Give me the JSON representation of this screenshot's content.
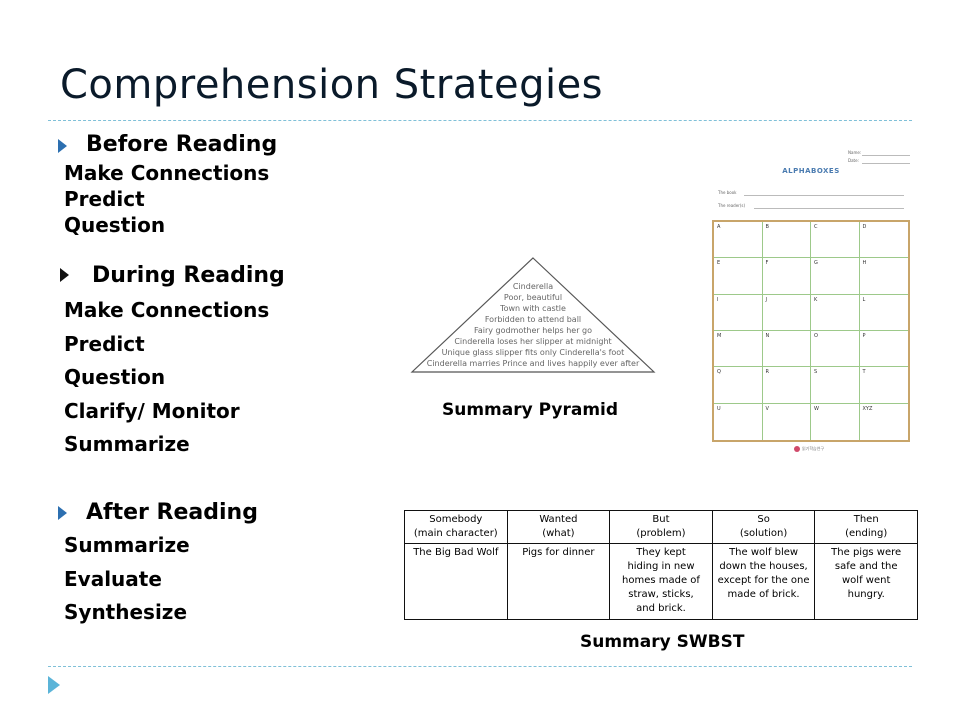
{
  "slide": {
    "title": "Comprehension Strategies",
    "before": {
      "heading": "Before Reading",
      "items": [
        "Make Connections",
        "Predict",
        "Question"
      ]
    },
    "during": {
      "heading": "During Reading",
      "items": [
        "Make Connections",
        "Predict",
        "Question",
        "Clarify/ Monitor",
        "Summarize"
      ]
    },
    "after": {
      "heading": "After Reading",
      "items": [
        "Summarize",
        "Evaluate",
        "Synthesize"
      ]
    }
  },
  "pyramid": {
    "caption": "Summary Pyramid",
    "lines": [
      "Cinderella",
      "Poor, beautiful",
      "Town with castle",
      "Forbidden to attend ball",
      "Fairy godmother helps her go",
      "Cinderella loses her slipper at midnight",
      "Unique glass slipper fits only Cinderella's foot",
      "Cinderella marries Prince and lives happily ever after"
    ]
  },
  "alphaboxes": {
    "title": "ALPHABOXES",
    "name_label": "Name:",
    "date_label": "Date:",
    "book_label": "The book",
    "reader_label": "The reader(s)",
    "cells": [
      "A",
      "B",
      "C",
      "D",
      "E",
      "F",
      "G",
      "H",
      "I",
      "J",
      "K",
      "L",
      "M",
      "N",
      "O",
      "P",
      "Q",
      "R",
      "S",
      "T",
      "U",
      "V",
      "W",
      "XYZ"
    ],
    "logo_text": "읽기학습연구"
  },
  "swbst": {
    "caption": "Summary SWBST",
    "headers": [
      {
        "top": "Somebody",
        "sub": "(main character)"
      },
      {
        "top": "Wanted",
        "sub": "(what)"
      },
      {
        "top": "But",
        "sub": "(problem)"
      },
      {
        "top": "So",
        "sub": "(solution)"
      },
      {
        "top": "Then",
        "sub": "(ending)"
      }
    ],
    "row": [
      [
        "The Big Bad Wolf"
      ],
      [
        "Pigs for dinner"
      ],
      [
        "They kept",
        "hiding in new",
        "homes made of",
        "straw, sticks,",
        "and brick."
      ],
      [
        "The wolf blew",
        "down the houses,",
        "except for the one",
        "made of brick."
      ],
      [
        "The pigs were",
        "safe and the",
        "wolf went",
        "hungry."
      ]
    ]
  },
  "colors": {
    "title": "#0a1a2a",
    "accent": "#2c6fb0",
    "divider": "#7fc0d8",
    "alpha_border": "#c8a56a",
    "alpha_grid": "#9dc98a"
  }
}
